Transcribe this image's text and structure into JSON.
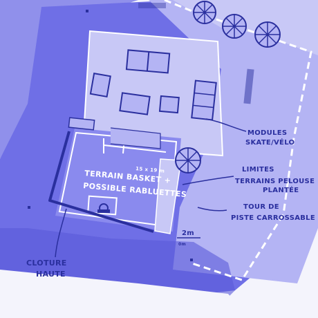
{
  "colors": {
    "background": "#f4f4fc",
    "ground": "#6f6fe6",
    "ground_dark": "#5a5ad8",
    "lawn": "#b4b4f4",
    "court": "#8a8aee",
    "plaza": "#c8c8f6",
    "ink": "#2a2f9e",
    "white": "#ffffff"
  },
  "labels": {
    "modules": [
      "MODULES",
      "SKATE/VÉLO"
    ],
    "limites": [
      "LIMITES",
      "TERRAINS PELOUSE",
      "PLANTÉE"
    ],
    "tour": [
      "TOUR DE",
      "PISTE CARROSSABLE"
    ],
    "cloture": [
      "CLOTURE",
      "HAUTE"
    ],
    "court_dims": "15 x 19 m",
    "court_title": [
      "TERRAIN BASKET +",
      "POSSIBLE RABLUETTES"
    ],
    "scale_value": "2m",
    "scale_unit": "0m"
  },
  "icons": {
    "tree": "tree-icon",
    "basket": "basketball-hoop-icon",
    "module": "skate-module-icon"
  }
}
